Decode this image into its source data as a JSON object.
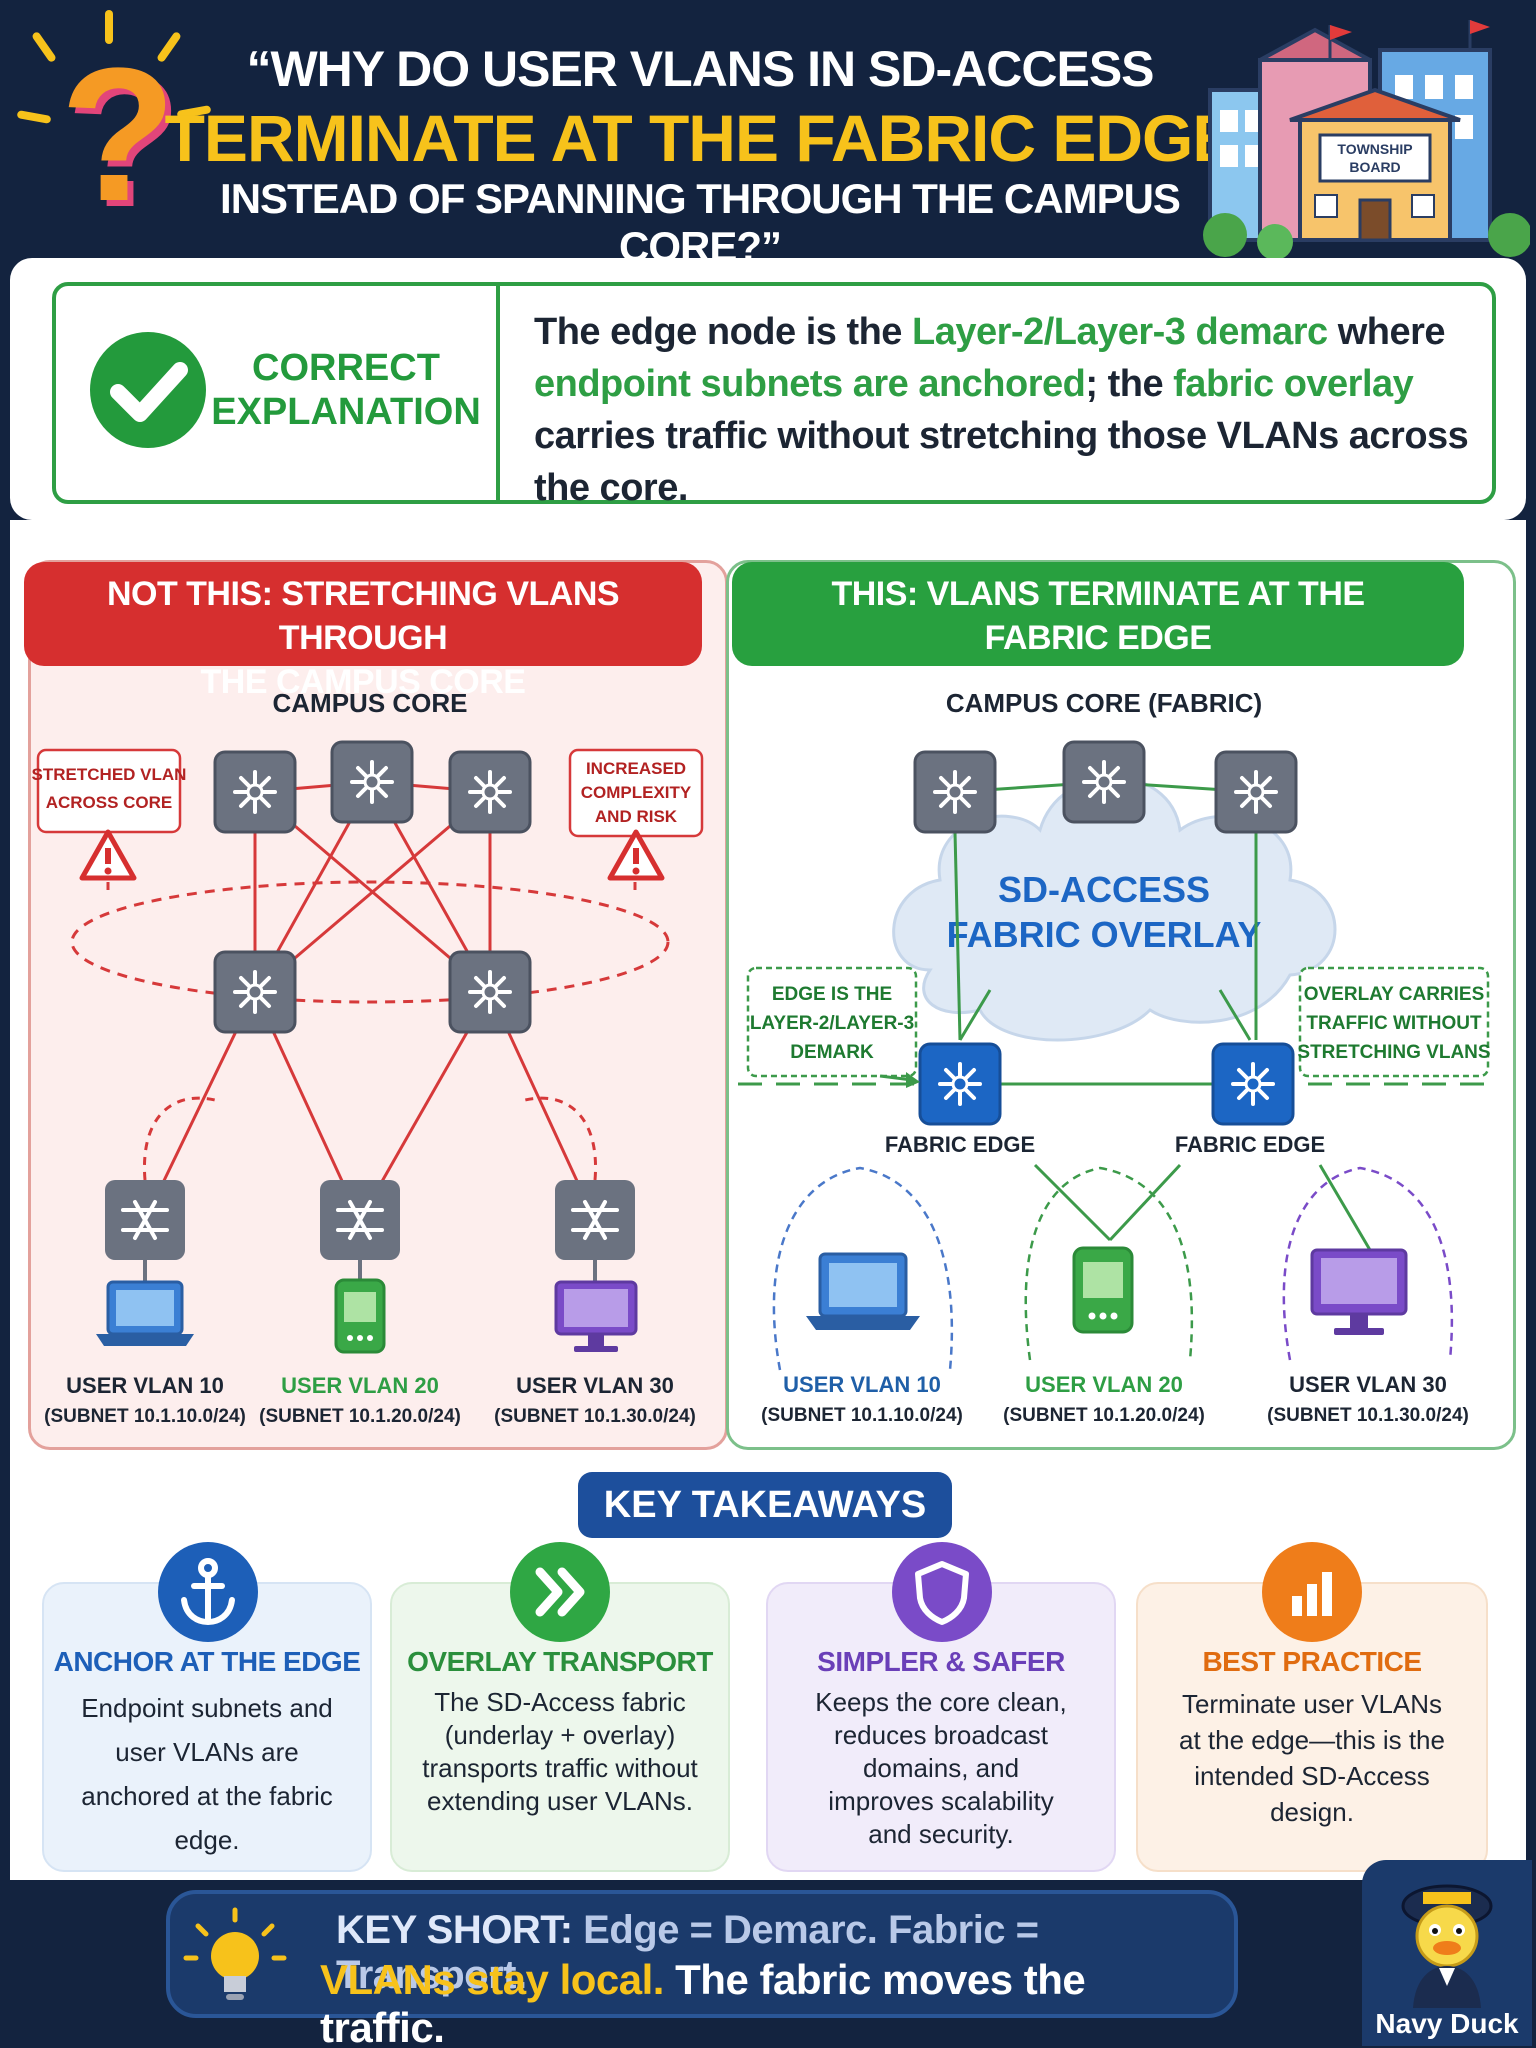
{
  "header": {
    "line1": "“WHY DO USER VLANS IN SD-ACCESS",
    "line2": "TERMINATE AT THE FABRIC EDGE",
    "line3": "INSTEAD OF SPANNING THROUGH THE CAMPUS CORE?”",
    "sign": "TOWNSHIP\nBOARD"
  },
  "correct": {
    "label": "CORRECT\nEXPLANATION",
    "text_parts": [
      {
        "t": "The edge node is the ",
        "hl": false
      },
      {
        "t": "Layer-2/Layer-3 demarc",
        "hl": true
      },
      {
        "t": " where ",
        "hl": false
      },
      {
        "t": "endpoint subnets are anchored",
        "hl": true
      },
      {
        "t": "; the ",
        "hl": false
      },
      {
        "t": "fabric overlay",
        "hl": true
      },
      {
        "t": " carries traffic without stretching those VLANs across the core.",
        "hl": false
      }
    ]
  },
  "left": {
    "banner": "NOT THIS: STRETCHING VLANS THROUGH\nTHE CAMPUS CORE",
    "core_label": "CAMPUS CORE",
    "callout_left": "STRETCHED VLAN\nACROSS CORE",
    "callout_right": "INCREASED\nCOMPLEXITY\nAND RISK",
    "vlans": [
      {
        "name": "USER VLAN 10",
        "subnet": "(SUBNET 10.1.10.0/24)"
      },
      {
        "name": "USER VLAN 20",
        "subnet": "(SUBNET 10.1.20.0/24)"
      },
      {
        "name": "USER VLAN 30",
        "subnet": "(SUBNET 10.1.30.0/24)"
      }
    ]
  },
  "right": {
    "banner": "THIS: VLANS TERMINATE AT THE\nFABRIC EDGE",
    "core_label": "CAMPUS CORE (FABRIC)",
    "cloud_label": "SD-ACCESS\nFABRIC OVERLAY",
    "callout_left": "EDGE IS THE\nLAYER-2/LAYER-3\nDEMARK",
    "callout_right": "OVERLAY CARRIES\nTRAFFIC WITHOUT\nSTRETCHING VLANS",
    "edge_label": "FABRIC EDGE",
    "vlans": [
      {
        "name": "USER VLAN 10",
        "subnet": "(SUBNET 10.1.10.0/24)"
      },
      {
        "name": "USER VLAN 20",
        "subnet": "(SUBNET 10.1.20.0/24)"
      },
      {
        "name": "USER VLAN 30",
        "subnet": "(SUBNET 10.1.30.0/24)"
      }
    ]
  },
  "takeaways": {
    "title": "KEY TAKEAWAYS",
    "cards": [
      {
        "title": "ANCHOR AT THE EDGE",
        "text": "Endpoint subnets and user VLANs are anchored at the fabric edge.",
        "icon": "anchor-icon"
      },
      {
        "title": "OVERLAY TRANSPORT",
        "text": "The SD-Access fabric (underlay + overlay) transports traffic without extending user VLANs.",
        "icon": "double-chevron-icon"
      },
      {
        "title": "SIMPLER & SAFER",
        "text": "Keeps the core clean, reduces broadcast domains, and improves scalability and security.",
        "icon": "shield-icon"
      },
      {
        "title": "BEST PRACTICE",
        "text": "Terminate user VLANs at the edge—this is the intended SD-Access design.",
        "icon": "bar-chart-icon"
      }
    ]
  },
  "bottom": {
    "label": "KEY SHORT:",
    "line1_rest": " Edge = Demarc. Fabric = Transport.",
    "line2_yellow": "VLANs stay local.",
    "line2_rest": " The fabric moves the traffic."
  },
  "brand": "Navy Duck",
  "colors": {
    "navy": "#13233f",
    "yellow": "#f7c21b",
    "green": "#28a03f",
    "red": "#d62f2f",
    "blue": "#1d4f9c",
    "purple": "#7a4bc8",
    "orange": "#ef7d1a"
  }
}
